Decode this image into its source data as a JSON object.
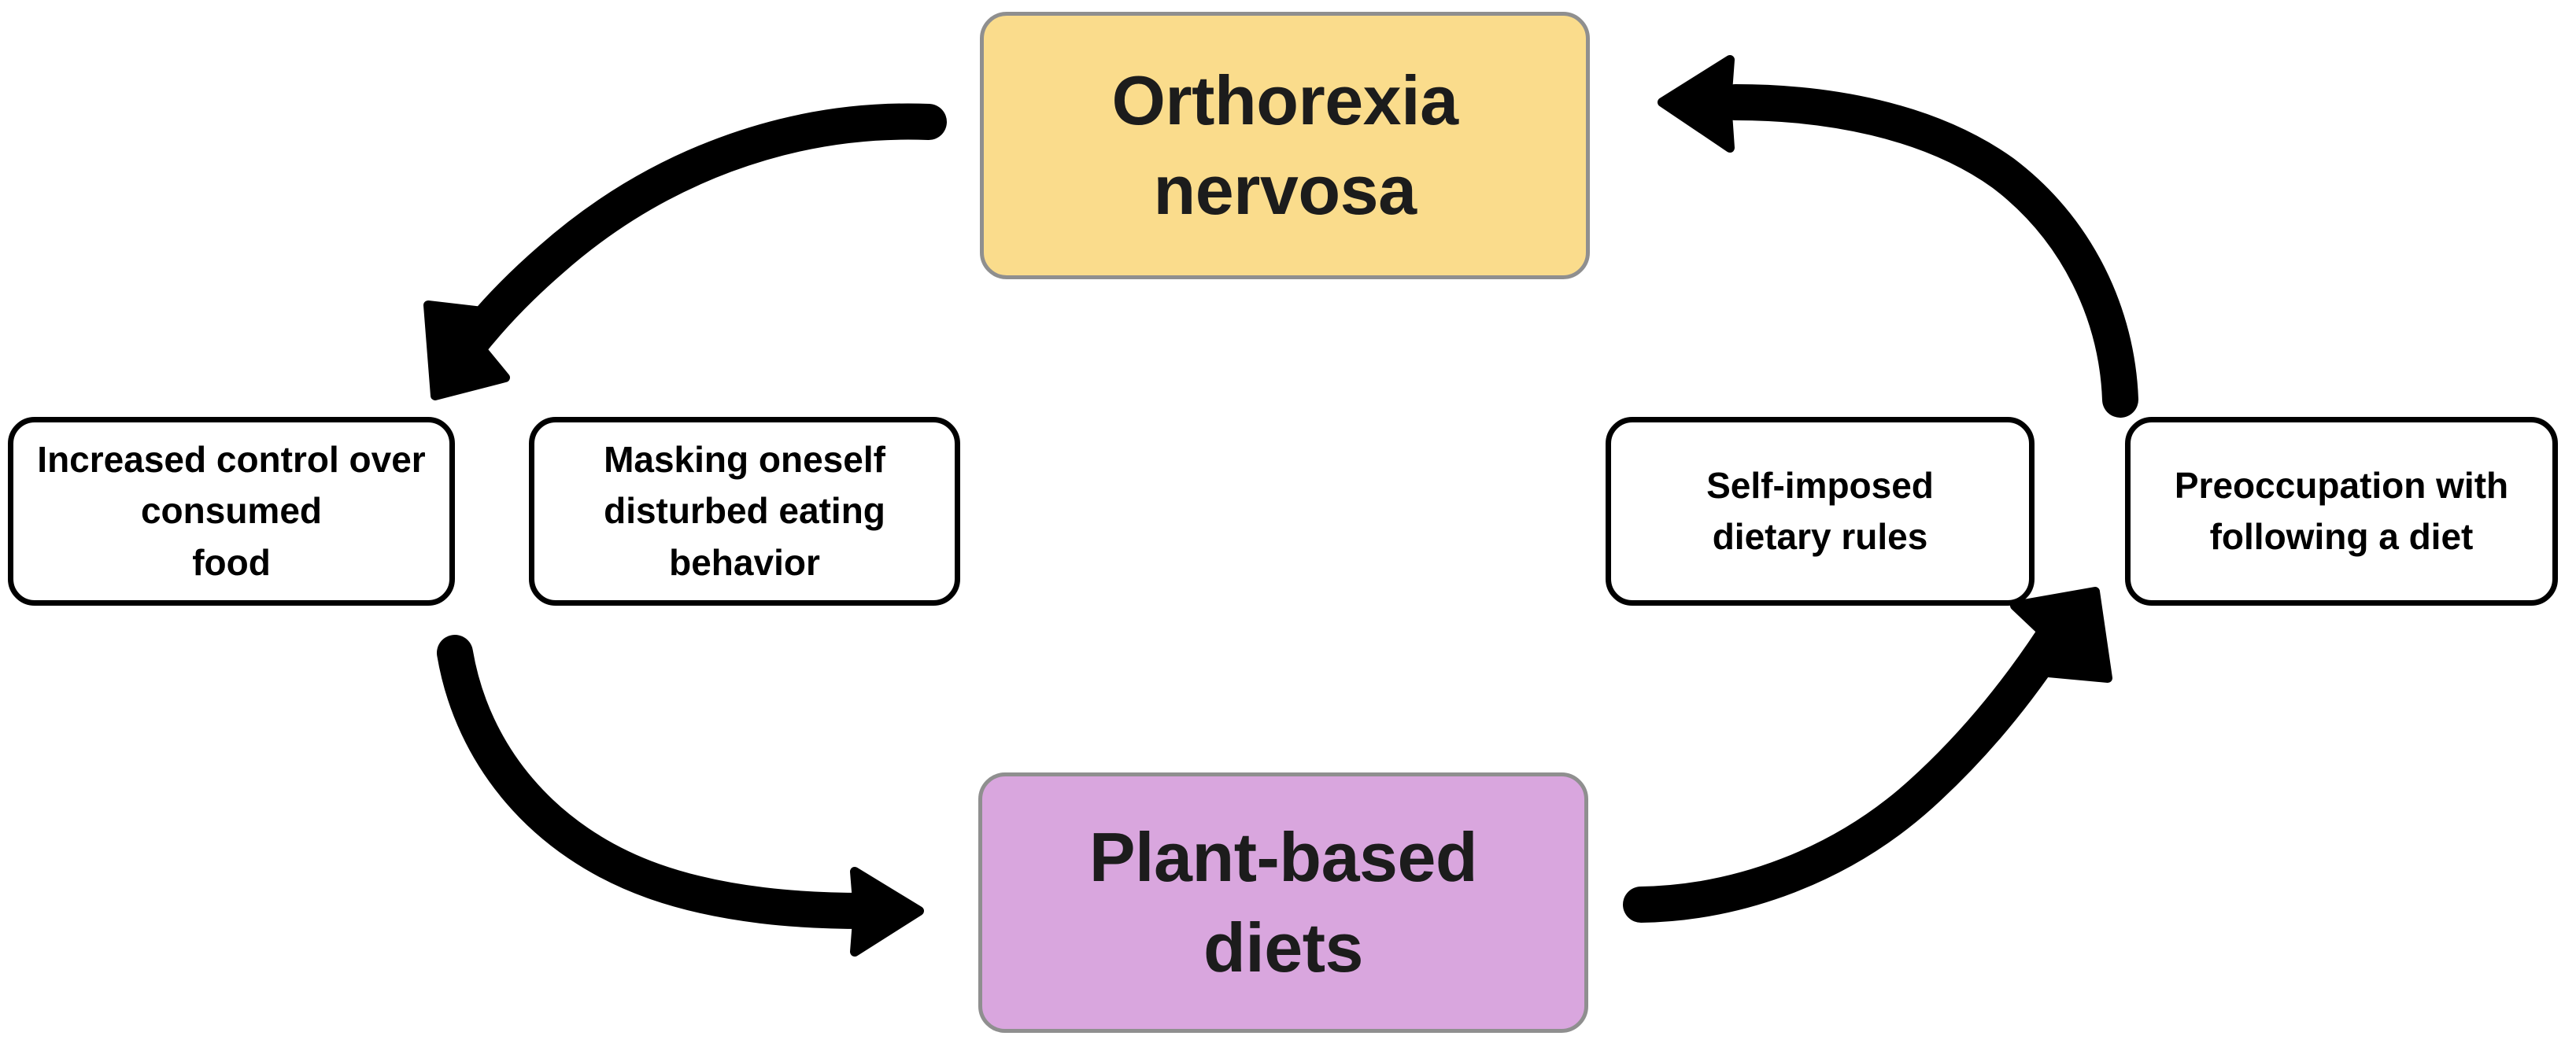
{
  "diagram": {
    "type": "cycle",
    "direction": "clockwise",
    "background_color": "#ffffff",
    "nodes": [
      {
        "id": "orthorexia",
        "label": "Orthorexia\nnervosa",
        "line1": "Orthorexia",
        "line2": "nervosa",
        "role": "primary",
        "fill_color": "#fadc8c",
        "border_color": "#8f8f8f",
        "text_color": "#1c1c1c",
        "position": "top"
      },
      {
        "id": "plant-based-diets",
        "label": "Plant-based\ndiets",
        "line1": "Plant-based",
        "line2": "diets",
        "role": "primary",
        "fill_color": "#d9a6de",
        "border_color": "#8f8f8f",
        "text_color": "#1c1c1c",
        "position": "bottom"
      },
      {
        "id": "increased-control",
        "label": "Increased control over consumed food",
        "line1": "Increased control over",
        "line2": "consumed",
        "line3": "food",
        "role": "factor",
        "fill_color": "#ffffff",
        "border_color": "#000000",
        "text_color": "#000000",
        "position": "left-outer"
      },
      {
        "id": "masking-oneself",
        "label": "Masking oneself disturbed eating behavior",
        "line1": "Masking oneself",
        "line2": "disturbed eating",
        "line3": "behavior",
        "role": "factor",
        "fill_color": "#ffffff",
        "border_color": "#000000",
        "text_color": "#000000",
        "position": "left-inner"
      },
      {
        "id": "self-imposed-rules",
        "label": "Self-imposed dietary rules",
        "line1": "Self-imposed",
        "line2": "dietary rules",
        "role": "factor",
        "fill_color": "#ffffff",
        "border_color": "#000000",
        "text_color": "#000000",
        "position": "right-inner"
      },
      {
        "id": "preoccupation",
        "label": "Preoccupation with following a diet",
        "line1": "Preoccupation with",
        "line2": "following a diet",
        "role": "factor",
        "fill_color": "#ffffff",
        "border_color": "#000000",
        "text_color": "#000000",
        "position": "right-outer"
      }
    ],
    "arrows": [
      {
        "id": "arrow-top-left",
        "from": "orthorexia",
        "to": "increased-control",
        "color": "#000000",
        "direction": "down-left"
      },
      {
        "id": "arrow-bottom-left",
        "from": "increased-control",
        "to": "plant-based-diets",
        "color": "#000000",
        "direction": "down-right"
      },
      {
        "id": "arrow-bottom-right",
        "from": "plant-based-diets",
        "to": "preoccupation",
        "color": "#000000",
        "direction": "up-right"
      },
      {
        "id": "arrow-top-right",
        "from": "preoccupation",
        "to": "orthorexia",
        "color": "#000000",
        "direction": "up-left"
      }
    ]
  }
}
